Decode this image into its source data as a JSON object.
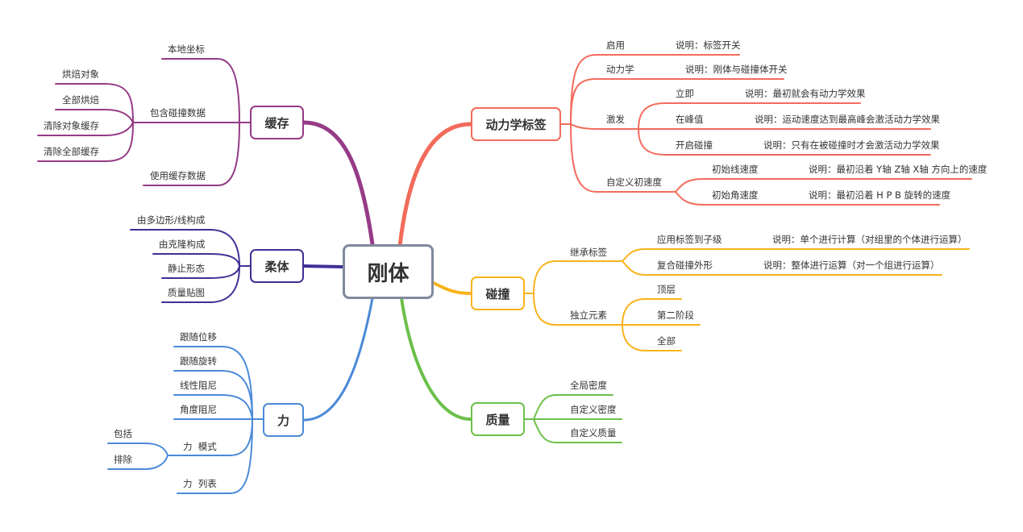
{
  "colors": {
    "root": "#7f8a9b",
    "dynamics": "#f26b5b",
    "collision": "#f9b21a",
    "mass": "#6cc04a",
    "cache": "#963b87",
    "softbody": "#3e3096",
    "force": "#4a8ad8"
  },
  "root": {
    "label": "刚体"
  },
  "dynamics": {
    "label": "动力学标签",
    "enable": {
      "label": "启用",
      "note": "说明：标签开关"
    },
    "dyn": {
      "label": "动力学",
      "note": "说明：刚体与碰撞体开关"
    },
    "trigger": {
      "label": "激发",
      "children": [
        {
          "label": "立即",
          "note": "说明：最初就会有动力学效果"
        },
        {
          "label": "在峰值",
          "note": "说明：运动速度达到最高峰会激活动力学效果"
        },
        {
          "label": "开启碰撞",
          "note": "说明：只有在被碰撞时才会激活动力学效果"
        }
      ]
    },
    "initvel": {
      "label": "自定义初速度",
      "children": [
        {
          "label": "初始线速度",
          "note": "说明：最初沿着 Y轴 Z轴 X轴 方向上的速度"
        },
        {
          "label": "初始角速度",
          "note": "说明：最初沿着 H P B 旋转的速度"
        }
      ]
    }
  },
  "collision": {
    "label": "碰撞",
    "inherit": {
      "label": "继承标签",
      "children": [
        {
          "label": "应用标签到子级",
          "note": "说明：单个进行计算（对组里的个体进行运算）"
        },
        {
          "label": "复合碰撞外形",
          "note": "说明：整体进行运算（对一个组进行运算）"
        }
      ]
    },
    "independent": {
      "label": "独立元素",
      "children": [
        "顶层",
        "第二阶段",
        "全部"
      ]
    }
  },
  "mass": {
    "label": "质量",
    "children": [
      "全局密度",
      "自定义密度",
      "自定义质量"
    ]
  },
  "cache": {
    "label": "缓存",
    "local": "本地坐标",
    "include": {
      "label": "包含碰撞数据",
      "children": [
        "烘焙对象",
        "全部烘焙",
        "清除对象缓存",
        "清除全部缓存"
      ]
    },
    "use": "使用缓存数据"
  },
  "softbody": {
    "label": "柔体",
    "children": [
      "由多边形/线构成",
      "由克隆构成",
      "静止形态",
      "质量贴图"
    ]
  },
  "force": {
    "label": "力",
    "children": [
      "跟随位移",
      "跟随旋转",
      "线性阻尼",
      "角度阻尼"
    ],
    "mode": {
      "label": "力  模式",
      "children": [
        "包括",
        "排除"
      ]
    },
    "list": "力  列表"
  }
}
